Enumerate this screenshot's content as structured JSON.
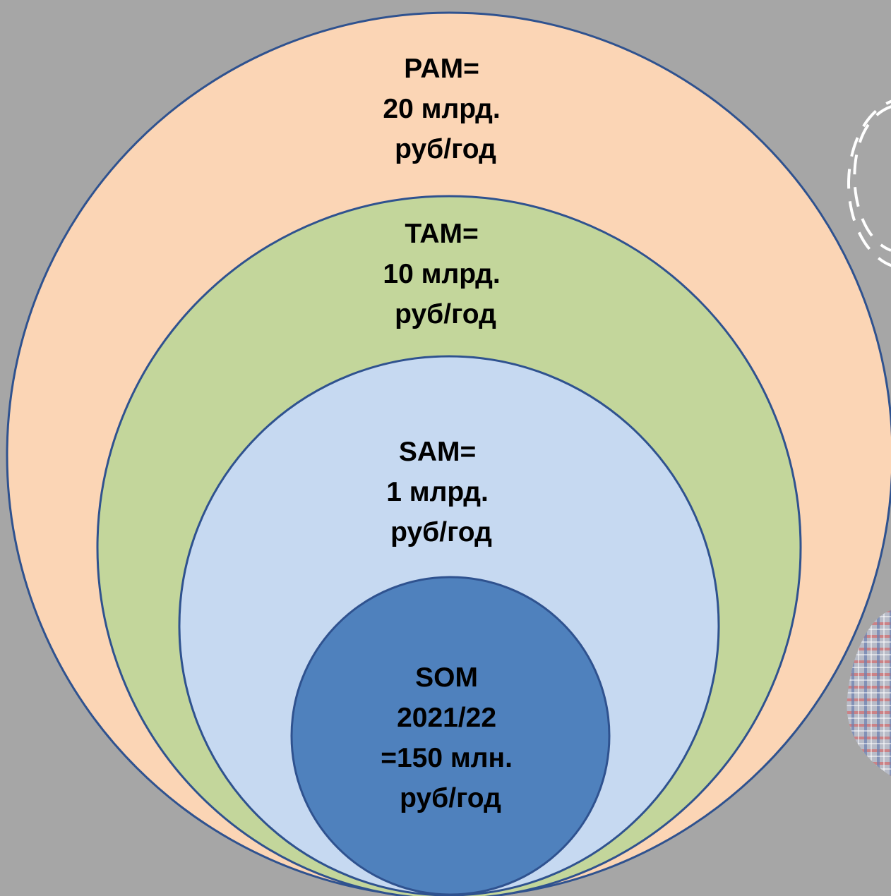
{
  "colors": {
    "background": "#a6a6a6",
    "outline": "#2f528f",
    "pam_fill": "#fbd5b5",
    "tam_fill": "#c3d69b",
    "sam_fill": "#c6d9f1",
    "som_fill": "#4f81bd",
    "text": "#000000"
  },
  "circles": [
    {
      "id": "pam",
      "lines": [
        "PAM=",
        "20 млрд.",
        "руб/год"
      ]
    },
    {
      "id": "tam",
      "lines": [
        "TAM=",
        "10 млрд.",
        "руб/год"
      ]
    },
    {
      "id": "sam",
      "lines": [
        "SAM=",
        "1 млрд.",
        "руб/год"
      ]
    },
    {
      "id": "som",
      "lines": [
        "SOM",
        "2021/22",
        "=150 млн.",
        "руб/год"
      ]
    }
  ],
  "decorations": {
    "dashed_ring_icon": "dashed-ring-icon",
    "photo_fragment": "plaid-shirt-photo"
  }
}
